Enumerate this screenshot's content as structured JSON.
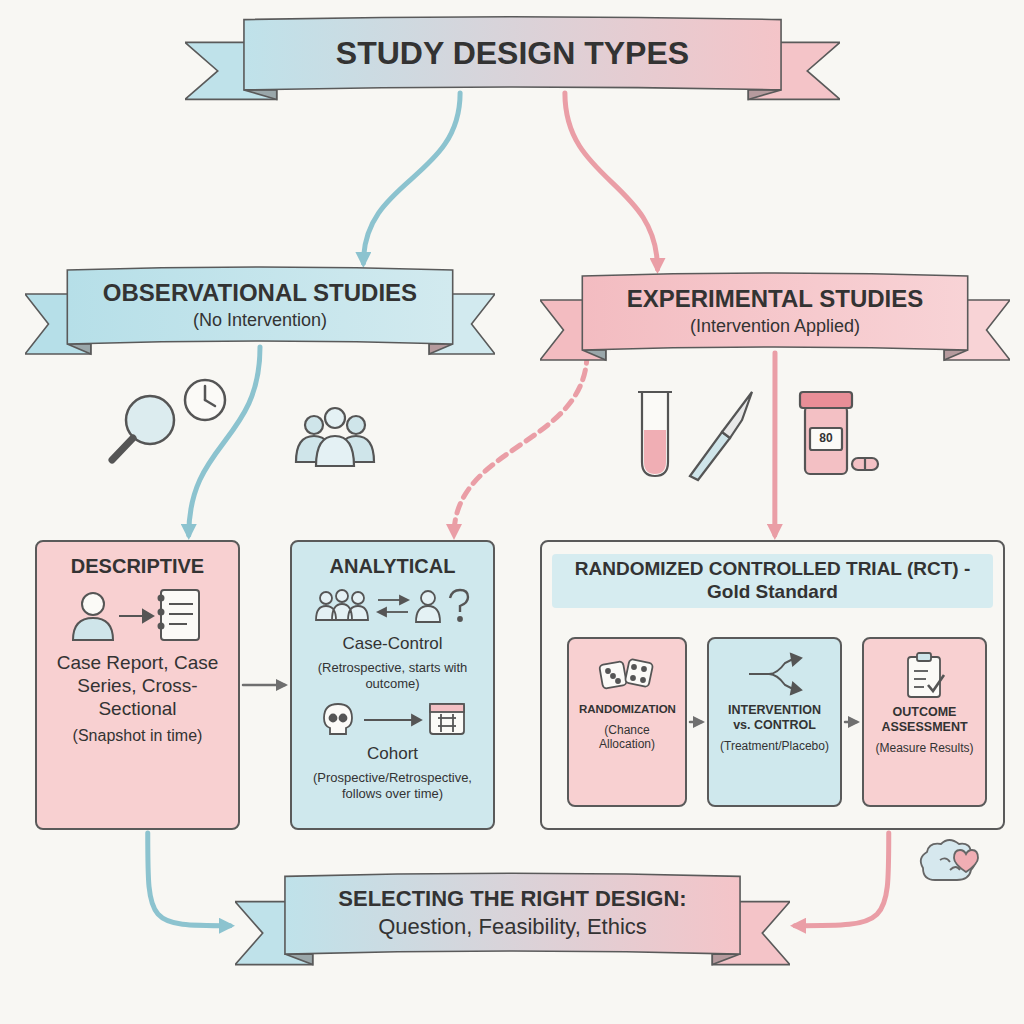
{
  "diagram": {
    "nodes": [
      {
        "text": [
          "STUDY DESIGN TYPES"
        ]
      },
      {
        "text": [
          "OBSERVATIONAL STUDIES",
          "(No Intervention)"
        ]
      },
      {
        "text": [
          "EXPERIMENTAL STUDIES",
          "(Intervention Applied)"
        ]
      },
      {
        "text": [
          "DESCRIPTIVE",
          "Case Report, Case Series, Cross-Sectional",
          "(Snapshot in time)"
        ]
      },
      {
        "text": [
          "ANALYTICAL",
          "Case-Control",
          "(Retrospective, starts with outcome)",
          "Cohort",
          "(Prospective/Retrospective, follows over time)"
        ]
      },
      {
        "text": [
          "RANDOMIZED CONTROLLED TRIAL (RCT) - Gold Standard"
        ]
      },
      {
        "text": [
          "RANDOMIZATION",
          "(Chance Allocation)"
        ],
        "in": 5
      },
      {
        "text": [
          "INTERVENTION vs. CONTROL",
          "(Treatment/Placebo)"
        ],
        "in": 5
      },
      {
        "text": [
          "OUTCOME ASSESSMENT",
          "(Measure Results)"
        ],
        "in": 5
      },
      {
        "text": [
          "SELECTING THE RIGHT DESIGN:",
          "Question, Feasibility, Ethics"
        ]
      }
    ],
    "edges": [
      {
        "from": 0,
        "to": 1,
        "arrow": "to"
      },
      {
        "from": 0,
        "to": 2,
        "arrow": "to"
      },
      {
        "from": 1,
        "to": 3,
        "arrow": "to"
      },
      {
        "from": 2,
        "to": 4,
        "arrow": "to"
      },
      {
        "from": 2,
        "to": 5,
        "arrow": "to"
      },
      {
        "from": 3,
        "to": 4,
        "arrow": "to"
      },
      {
        "from": 6,
        "to": 7,
        "arrow": "to"
      },
      {
        "from": 7,
        "to": 8,
        "arrow": "to"
      },
      {
        "from": 3,
        "to": 9,
        "arrow": "to"
      },
      {
        "from": 5,
        "to": 9,
        "arrow": "to"
      }
    ],
    "labels": [
      "80"
    ]
  }
}
